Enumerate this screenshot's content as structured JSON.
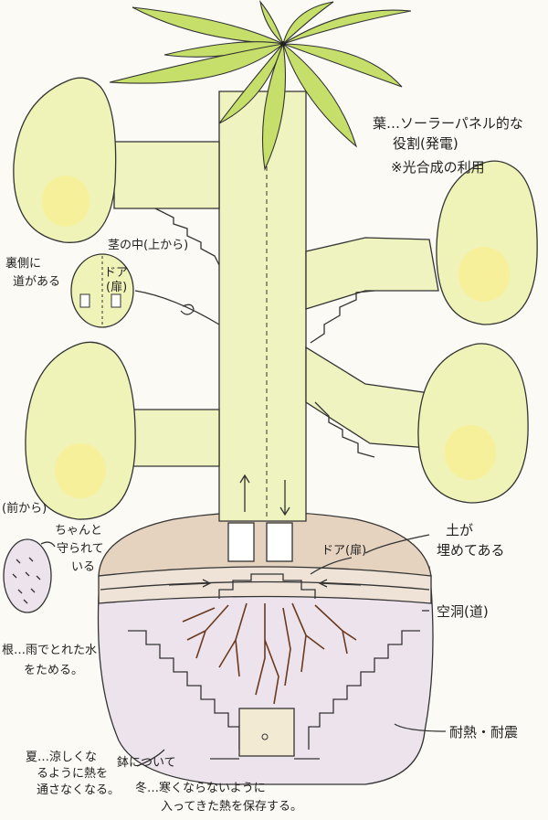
{
  "labels": {
    "leaf_line1": "葉…ソーラーパネル的な",
    "leaf_line2": "役割(発電)",
    "leaf_note": "※光合成の利用",
    "stem_inside": "茎の中(上から)",
    "back_side_line1": "裏側に",
    "back_side_line2": "道がある",
    "door_mark_top": "ドア",
    "door_mark_round": "(扉)",
    "front_view": "(前から)",
    "protected_line1": "ちゃんと",
    "protected_line2": "守られて",
    "protected_line3": "いる",
    "soil_line1": "土が",
    "soil_line2": "埋めてある",
    "door_mark_soil": "ドア(扉)",
    "cavity": "空洞(道)",
    "roots_line1": "根…雨でとれた水",
    "roots_line2": "をためる。",
    "pot": "耐熱・耐震",
    "summer_line1": "夏…涼しくな",
    "summer_line2": "るように熱を",
    "summer_line3": "通さなくなる。",
    "pot_about": "鉢について",
    "winter_line1": "冬…寒くならないように",
    "winter_line2": "入ってきた熱を保存する。"
  },
  "colors": {
    "leaf": "#f0f3b8",
    "leaf_core": "#f6f09a",
    "stem": "#eef3bf",
    "top_leaves": "#c6df6a",
    "soil": "#e5d3bf",
    "pot": "#ece3ec",
    "roots": "#6b3a1f",
    "outline": "#333333"
  }
}
